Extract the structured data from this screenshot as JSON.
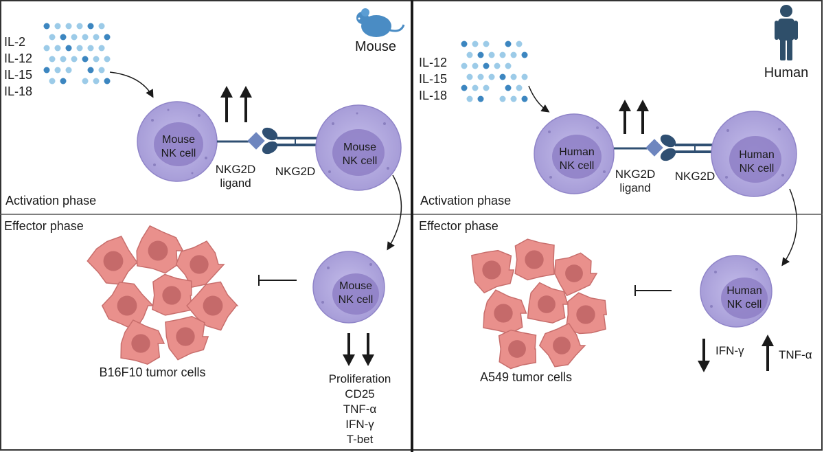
{
  "mouse_panel": {
    "species_label": "Mouse",
    "cytokines": [
      "IL-2",
      "IL-12",
      "IL-15",
      "IL-18"
    ],
    "activation": {
      "cell_left": [
        "Mouse",
        "NK cell"
      ],
      "cell_right": [
        "Mouse",
        "NK cell"
      ],
      "ligand_label": [
        "NKG2D",
        "ligand"
      ],
      "receptor_label": "NKG2D",
      "phase_label": "Activation phase"
    },
    "effector": {
      "phase_label": "Effector phase",
      "tumor_label": "B16F10 tumor cells",
      "nk_cell": [
        "Mouse",
        "NK cell"
      ],
      "downregulated": [
        "Proliferation",
        "CD25",
        "TNF-α",
        "IFN-γ",
        "T-bet"
      ]
    }
  },
  "human_panel": {
    "species_label": "Human",
    "cytokines": [
      "IL-12",
      "IL-15",
      "IL-18"
    ],
    "activation": {
      "cell_left": [
        "Human",
        "NK cell"
      ],
      "cell_right": [
        "Human",
        "NK cell"
      ],
      "ligand_label": [
        "NKG2D",
        "ligand"
      ],
      "receptor_label": "NKG2D",
      "phase_label": "Activation phase"
    },
    "effector": {
      "phase_label": "Effector phase",
      "tumor_label": "A549 tumor cells",
      "nk_cell": [
        "Human",
        "NK cell"
      ],
      "down_label": "IFN-γ",
      "up_label": "TNF-α"
    }
  },
  "colors": {
    "nk_outer": "#b6aee0",
    "nk_nucleus": "#8e7fc5",
    "tumor": "#e9908c",
    "tumor_nucleus": "#c56a6a",
    "cytokine": "#6aaed6",
    "receptor": "#2f4f72",
    "ligand": "#6e86bf",
    "icon": "#4a8cc4"
  }
}
